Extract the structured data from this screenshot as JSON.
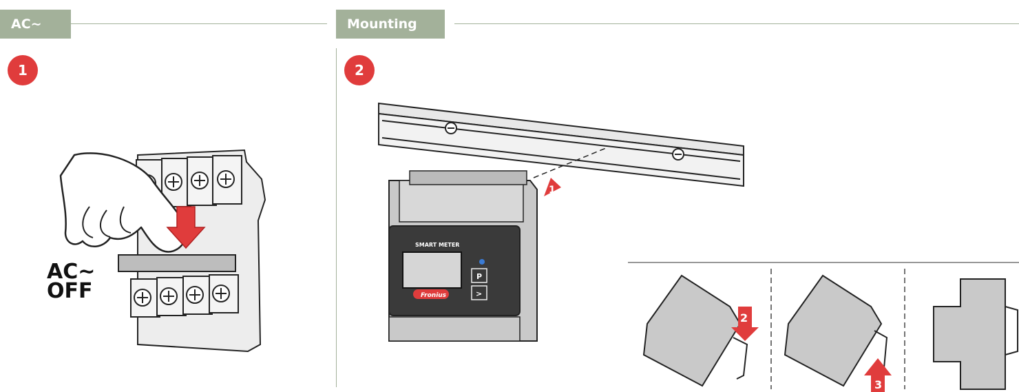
{
  "header": {
    "section_left": "AC~",
    "section_right": "Mounting"
  },
  "steps": [
    {
      "number": "1"
    },
    {
      "number": "2"
    }
  ],
  "step1": {
    "label_line1": "AC~",
    "label_line2": "OFF"
  },
  "step2": {
    "meter_title": "SMART METER",
    "meter_brand": "Fronius",
    "button_p": "P",
    "button_next": ">",
    "arrow_1": "1",
    "arrow_2": "2",
    "arrow_3": "3"
  },
  "colors": {
    "section_tab": "#a3b19a",
    "step_badge": "#e03c3c",
    "arrow": "#e03c3c",
    "device_gray": "#c9c9c9",
    "panel_dark": "#3a3a3a"
  }
}
